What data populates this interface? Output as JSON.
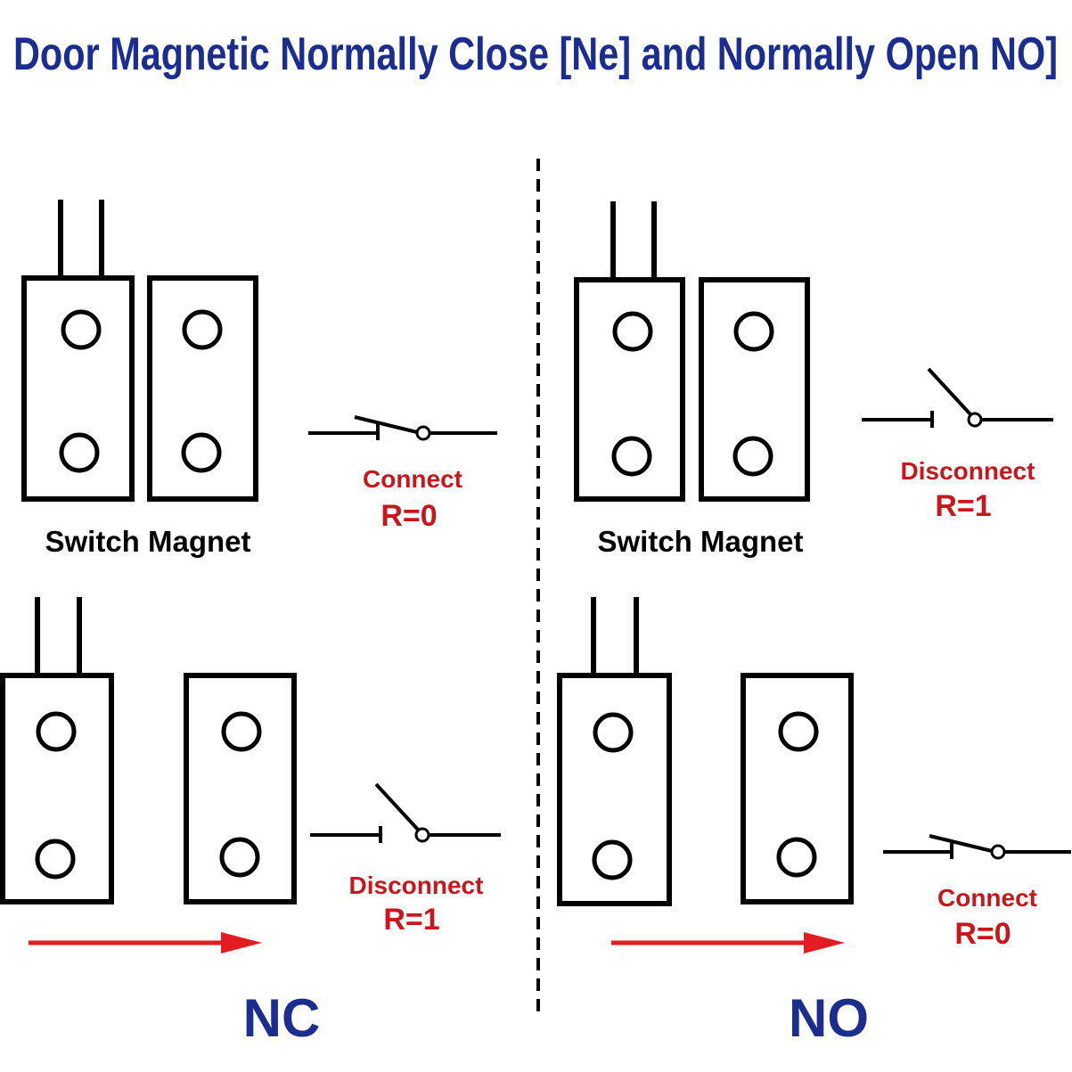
{
  "title": "Door Magnetic Normally Close [Ne] and Normally Open NO]",
  "labels": {
    "nc_caption": "Switch Magnet",
    "no_caption": "Switch Magnet"
  },
  "states": {
    "nc_top": {
      "state": "Connect",
      "resistance": "R=0"
    },
    "no_top": {
      "state": "Disconnect",
      "resistance": "R=1"
    },
    "nc_bottom": {
      "state": "Disconnect",
      "resistance": "R=1"
    },
    "no_bottom": {
      "state": "Connect",
      "resistance": "R=0"
    }
  },
  "modes": {
    "left": "NC",
    "right": "NO"
  },
  "colors": {
    "title": "#1b2e8f",
    "state_text": "#c8161d",
    "arrow": "#e31b23",
    "mode_text": "#1b2e8f",
    "outline": "#000000"
  }
}
